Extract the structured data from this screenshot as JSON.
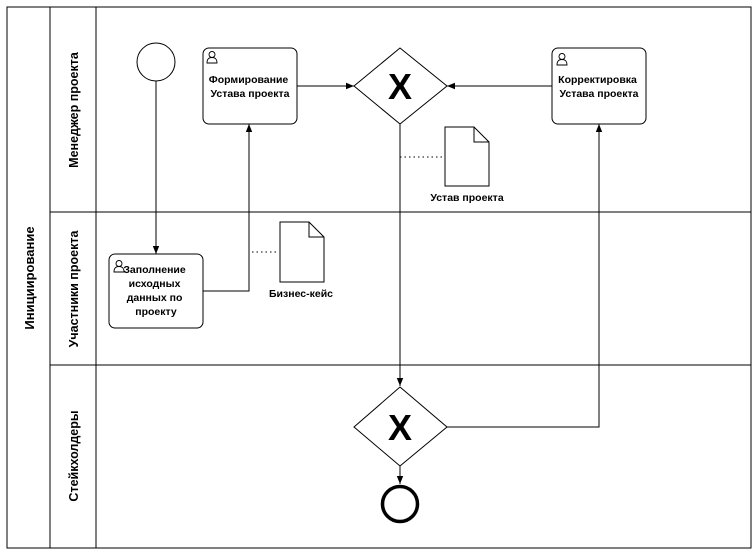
{
  "pool": {
    "label": "Инициирование"
  },
  "lanes": [
    {
      "label": "Менеджер проекта"
    },
    {
      "label": "Участники проекта"
    },
    {
      "label": "Стейкхолдеры"
    }
  ],
  "tasks": {
    "formation": {
      "lines": [
        "Формирование",
        "Устава проекта"
      ],
      "icon": "user-icon"
    },
    "correction": {
      "lines": [
        "Корректировка",
        "Устава проекта"
      ],
      "icon": "user-icon"
    },
    "fill_data": {
      "lines": [
        "Заполнение",
        "исходных",
        "данных по",
        "проекту"
      ],
      "icon": "user-icon"
    }
  },
  "gateways": {
    "top": {
      "symbol": "X",
      "type": "exclusive"
    },
    "bottom": {
      "symbol": "X",
      "type": "exclusive"
    }
  },
  "data_objects": {
    "charter": {
      "label": "Устав проекта"
    },
    "business_case": {
      "label": "Бизнес-кейс"
    }
  },
  "events": {
    "start": {
      "type": "start"
    },
    "end": {
      "type": "end"
    }
  },
  "colors": {
    "stroke": "#000000",
    "background": "#ffffff"
  }
}
